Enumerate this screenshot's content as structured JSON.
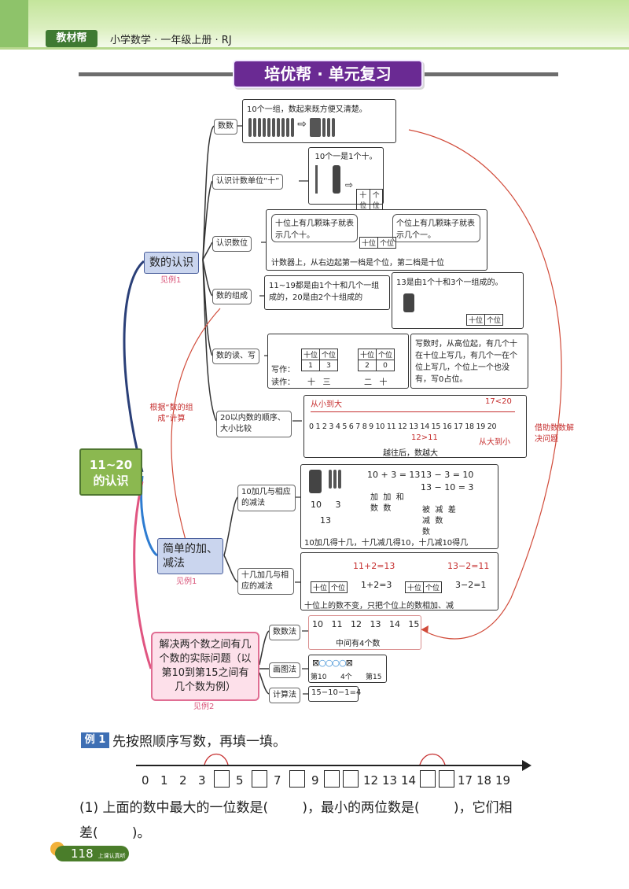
{
  "header": {
    "brand": "教材帮",
    "book": "小学数学 · 一年级上册 · RJ"
  },
  "title": "培优帮 · 单元复习",
  "root": "11~20\n的认识",
  "branch1": {
    "label": "数的认识",
    "ref": "见例1",
    "count": {
      "label": "数数",
      "text": "10个一组，数起来既方便又清楚。"
    },
    "unit": {
      "label": "认识计数单位“十”",
      "text": "10个一是1个十。",
      "pos_tens": "十位",
      "pos_ones": "个位"
    },
    "digit": {
      "label": "认识数位",
      "left": "十位上有几颗珠子就表示几个十。",
      "right": "个位上有几颗珠子就表示几个一。",
      "pos_tens": "十位",
      "pos_ones": "个位",
      "bottom": "计数器上，从右边起第一档是个位，第二档是十位"
    },
    "compose": {
      "label": "数的组成",
      "left": "11~19都是由1个十和几个一组成的，20是由2个十组成的",
      "right": "13是由1个十和3个一组成的。",
      "pos_tens": "十位",
      "pos_ones": "个位"
    },
    "read": {
      "label": "数的读、写",
      "write": "写作：",
      "readl": "读作：",
      "h1": "十位",
      "h2": "个位",
      "v1": "1",
      "v2": "3",
      "v3": "2",
      "v4": "0",
      "r1": "十",
      "r2": "三",
      "r3": "二",
      "r4": "十",
      "note": "写数时，从高位起，有几个十在十位上写几，有几个一在个位上写几，个位上一个也没有，写0占位。"
    },
    "order": {
      "label": "20以内数的顺序、大小比较",
      "top_left": "从小到大",
      "top_right": "17<20",
      "mid": "12>11",
      "bottom_right": "从大到小",
      "bottom": "越往后，数越大",
      "nums": "0 1 2 3 4 5 6 7 8 9 10 11 12 13 14 15 16 17 18 19 20"
    }
  },
  "note_left": "根据“数的组成”计算",
  "note_right": "借助数数解决问题",
  "branch2": {
    "label": "简单的加、减法",
    "ref": "见例1",
    "a": {
      "label": "10加几与相应的减法",
      "e1": "10 + 3 = 13",
      "e1b": "加  加  和",
      "e1c": "数  数",
      "e2": "13 − 3 = 10",
      "e3": "13 − 10 = 3",
      "e3b": "被  减  差",
      "e3c": "减  数",
      "e3d": "数",
      "n1": "10",
      "n2": "3",
      "n3": "13",
      "bottom": "10加几得十几，十几减几得10，十几减10得几"
    },
    "b": {
      "label": "十几加几与相应的减法",
      "e1": "11+2=13",
      "e2": "1+2=3",
      "e3": "13−2=11",
      "e4": "3−2=1",
      "pos_tens": "十位",
      "pos_ones": "个位",
      "bottom": "十位上的数不变，只把个位上的数相加、减"
    }
  },
  "branch3": {
    "label": "解决两个数之间有几个数的实际问题（以第10到第15之间有几个数为例）",
    "ref": "见例2",
    "m1": {
      "label": "数数法",
      "nums": "10   11   12   13   14   15",
      "note": "中间有4个数"
    },
    "m2": {
      "label": "画图法",
      "l": "第10",
      "mid": "4个",
      "r": "第15"
    },
    "m3": {
      "label": "计算法",
      "expr": "15−10−1=4"
    }
  },
  "example": {
    "tag": "例 1",
    "text": "先按照顺序写数，再填一填。",
    "q1": "(1) 上面的数中最大的一位数是(        )，最小的两位数是(        )，它们相",
    "q2": "差(        )。"
  },
  "page": {
    "number": "118",
    "tag": "上课认真听 下课练习题"
  }
}
